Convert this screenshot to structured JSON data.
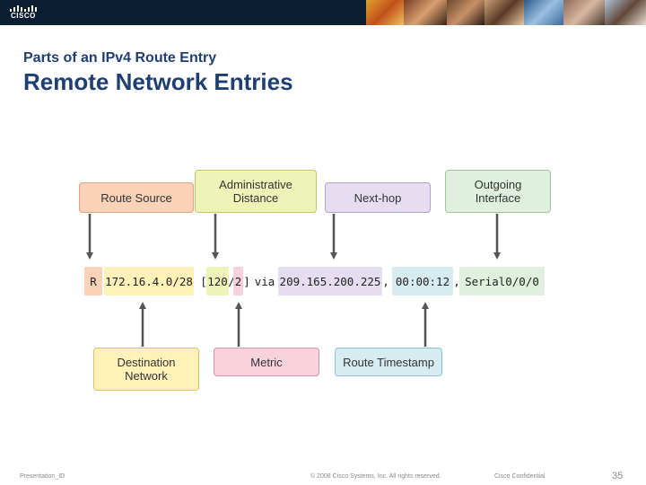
{
  "header": {
    "logo_text": "CISCO",
    "subtitle": "Parts of an IPv4 Route Entry",
    "title": "Remote Network Entries"
  },
  "labels": {
    "route_source": "Route Source",
    "admin_distance": "Administrative\nDistance",
    "next_hop": "Next-hop",
    "outgoing_interface": "Outgoing\nInterface",
    "destination_network": "Destination\nNetwork",
    "metric": "Metric",
    "route_timestamp": "Route Timestamp"
  },
  "route_entry": {
    "source": "R",
    "network": "172.16.4.0/28",
    "bracket_open": "[",
    "admin_distance": "120",
    "slash": "/",
    "metric": "2",
    "bracket_close": "]",
    "via": "via",
    "next_hop": "209.165.200.225",
    "comma1": ",",
    "timestamp": "00:00:12",
    "comma2": ",",
    "interface": "Serial0/0/0"
  },
  "colors": {
    "route_source": "#f9d2b8",
    "admin_distance": "#eef3b8",
    "next_hop": "#e6ddf0",
    "outgoing_interface": "#dff0de",
    "destination_network": "#fff1b8",
    "metric": "#f7d2dc",
    "route_timestamp": "#d6ecf1"
  },
  "footer": {
    "left": "Presentation_ID",
    "center": "© 2008 Cisco Systems, Inc. All rights reserved.",
    "right": "Cisco Confidential",
    "page": "35"
  }
}
